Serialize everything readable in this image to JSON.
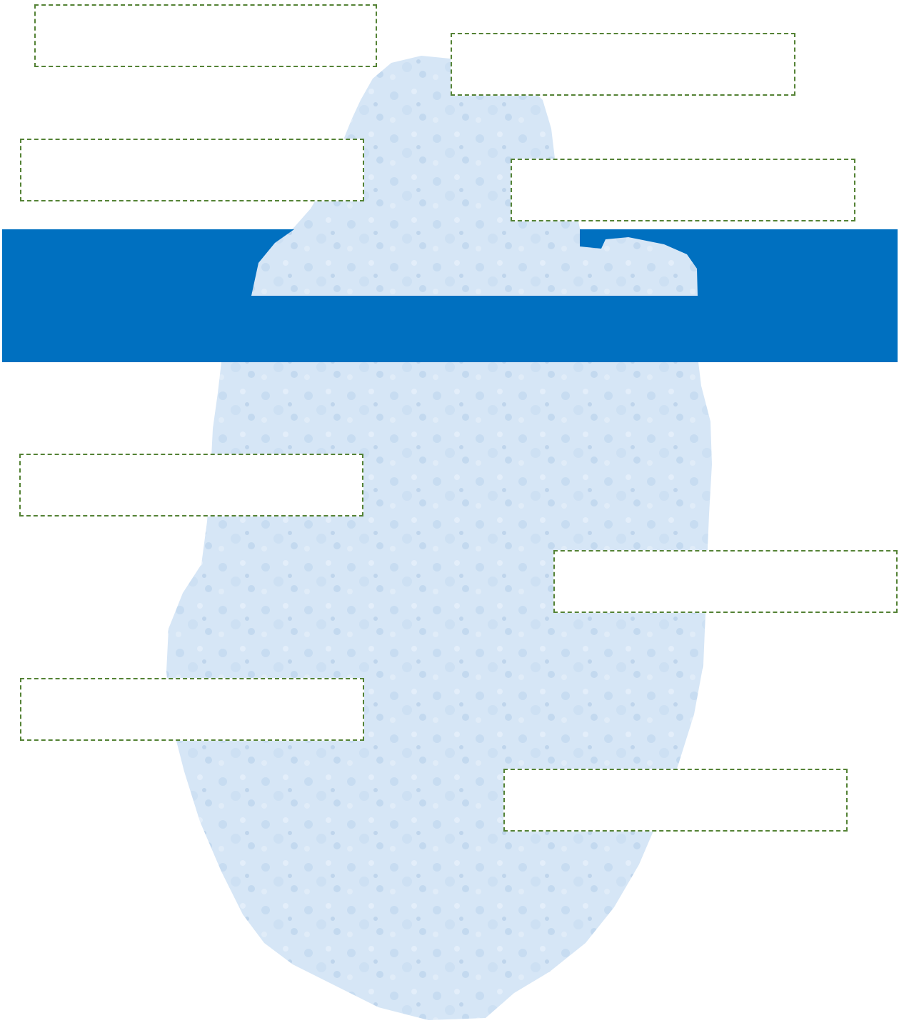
{
  "diagram": {
    "type": "iceberg",
    "colors": {
      "ice_fill": "#d6e6f6",
      "ice_texture": "#c3d9ef",
      "water_band": "#0070c0",
      "box_border": "#548235",
      "background": "#ffffff"
    },
    "labels_above_water": [
      {
        "id": "box-1",
        "text": ""
      },
      {
        "id": "box-2",
        "text": ""
      },
      {
        "id": "box-3",
        "text": ""
      },
      {
        "id": "box-4",
        "text": ""
      }
    ],
    "labels_below_water": [
      {
        "id": "box-5",
        "text": ""
      },
      {
        "id": "box-6",
        "text": ""
      },
      {
        "id": "box-7",
        "text": ""
      },
      {
        "id": "box-8",
        "text": ""
      }
    ]
  }
}
